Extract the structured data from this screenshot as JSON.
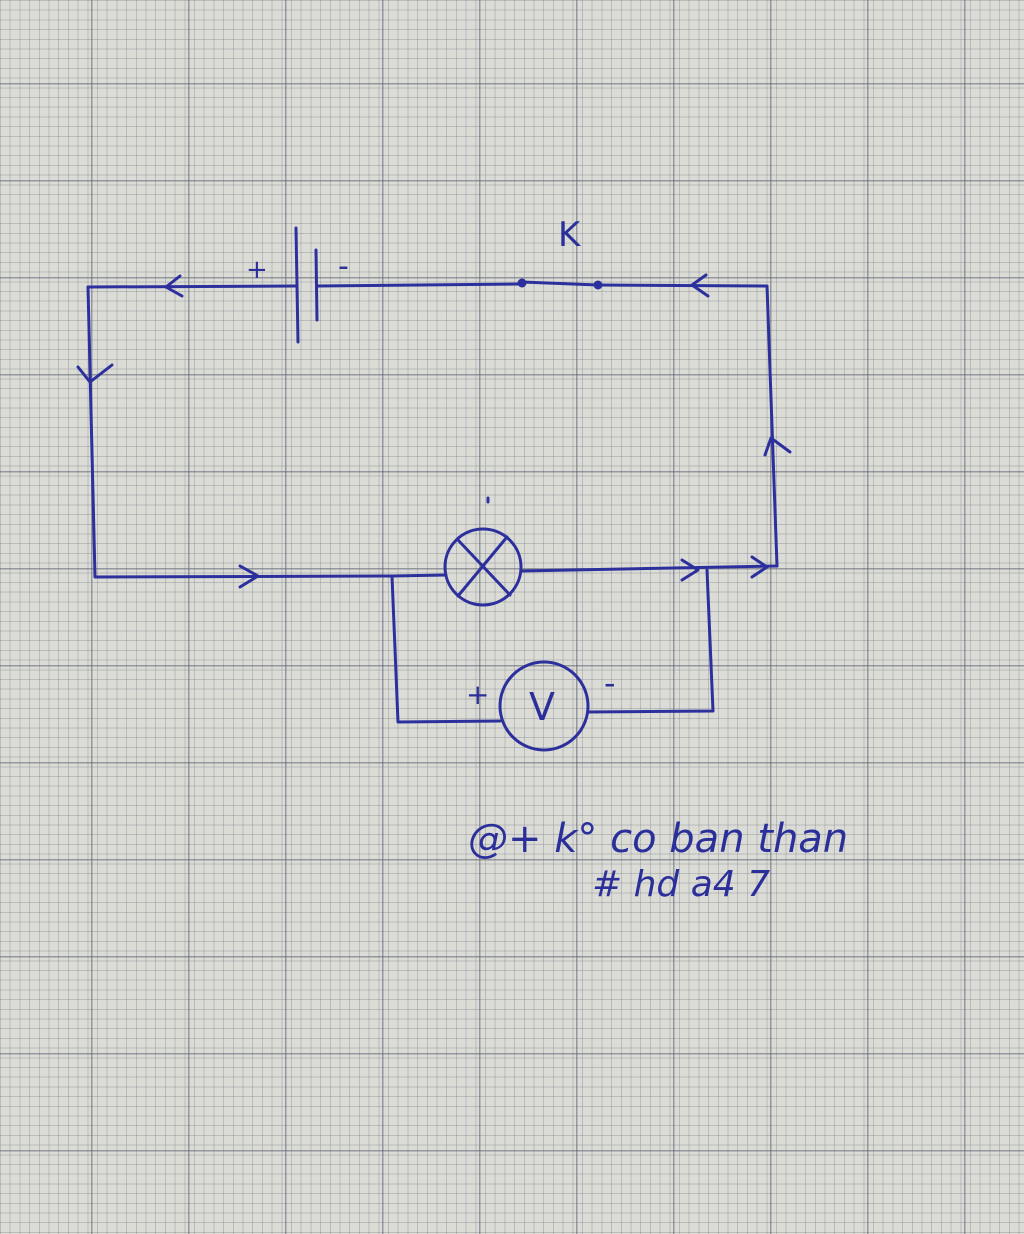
{
  "ink_color": "#2c309c",
  "paper_color": "#dcdcd7",
  "components": {
    "switch_label": "K",
    "battery_plus": "+",
    "battery_minus": "-",
    "voltmeter_symbol": "V",
    "voltmeter_plus": "+",
    "voltmeter_minus": "-"
  },
  "note": {
    "line1": "@+ k° co ban than",
    "line2": "# hd a4 7"
  }
}
